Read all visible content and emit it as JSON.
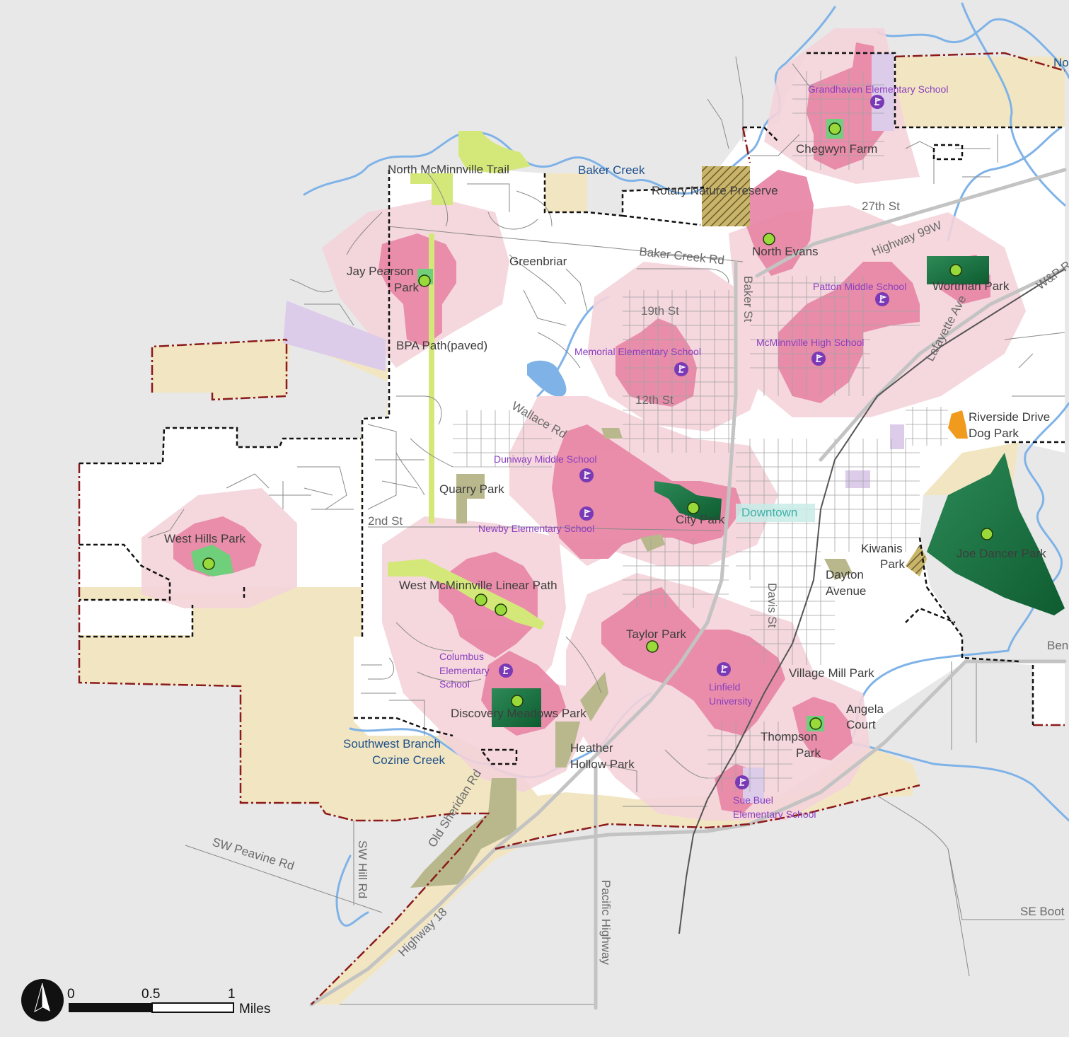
{
  "colors": {
    "background": "#e8e8e8",
    "urban_area": "#ffffff",
    "rural_reserve": "#f2e6c2",
    "service_area_light": "#f4d3da",
    "service_area_dark": "#e889a8",
    "community_park": "#136b3d",
    "neighborhood_park": "#6fcf7a",
    "natural_area": "#b8b88c",
    "linear_path": "#d4e87a",
    "school_public_land": "#dcccea",
    "park_marker": "#9ad93a",
    "school_marker": "#7a3ab5",
    "water": "#7fb3e8"
  },
  "parks": [
    {
      "name": "Jay Pearson",
      "name2": "Park"
    },
    {
      "name": "Chegwyn Farm"
    },
    {
      "name": "Rotary Nature Preserve"
    },
    {
      "name": "North Evans"
    },
    {
      "name": "Wortman Park"
    },
    {
      "name": "Greenbriar"
    },
    {
      "name": "Quarry Park"
    },
    {
      "name": "City Park"
    },
    {
      "name": "West Hills Park"
    },
    {
      "name": "Joe Dancer Park"
    },
    {
      "name": "Kiwanis",
      "name2": "Park"
    },
    {
      "name": "Dayton",
      "name2": "Avenue"
    },
    {
      "name": "Taylor Park"
    },
    {
      "name": "Village Mill Park"
    },
    {
      "name": "Discovery Meadows Park"
    },
    {
      "name": "Heather",
      "name2": "Hollow Park"
    },
    {
      "name": "Angela",
      "name2": "Court"
    },
    {
      "name": "Thompson",
      "name2": "Park"
    },
    {
      "name": "Riverside Drive",
      "name2": "Dog Park"
    }
  ],
  "paths": [
    {
      "name": "North McMinnville Trail"
    },
    {
      "name": "BPA Path(paved)"
    },
    {
      "name": "West McMinnville Linear Path"
    }
  ],
  "schools": [
    {
      "name": "Grandhaven Elementary School"
    },
    {
      "name": "Patton Middle School"
    },
    {
      "name": "Memorial Elementary School"
    },
    {
      "name": "McMinnville High School"
    },
    {
      "name": "Duniway Middle School"
    },
    {
      "name": "Newby Elementary School"
    },
    {
      "name": "Columbus",
      "name2": "Elementary",
      "name3": "School"
    },
    {
      "name": "Linfield",
      "name2": "University"
    },
    {
      "name": "Sue Buel",
      "name2": "Elementary School"
    }
  ],
  "roads": [
    {
      "name": "Baker Creek Rd"
    },
    {
      "name": "Highway 99W"
    },
    {
      "name": "27th St"
    },
    {
      "name": "19th St"
    },
    {
      "name": "12th St"
    },
    {
      "name": "Baker St"
    },
    {
      "name": "Wallace Rd"
    },
    {
      "name": "2nd St"
    },
    {
      "name": "Lafayette Ave"
    },
    {
      "name": "W&P R"
    },
    {
      "name": "Davis St"
    },
    {
      "name": "Old Sheridan Rd"
    },
    {
      "name": "SW Peavine Rd"
    },
    {
      "name": "SW Hill Rd"
    },
    {
      "name": "Highway 18"
    },
    {
      "name": "Pacific Highway"
    },
    {
      "name": "SE Boot"
    },
    {
      "name": "Ben"
    }
  ],
  "water": [
    {
      "name": "Baker Creek"
    },
    {
      "name": "Southwest Branch",
      "name2": "Cozine Creek"
    },
    {
      "name": "No"
    }
  ],
  "district": {
    "name": "Downtown"
  },
  "scale_bar": {
    "tick0": "0",
    "tick1": "0.5",
    "tick2": "1",
    "unit": "Miles"
  },
  "north_arrow": {
    "icon": "north-arrow-icon"
  }
}
